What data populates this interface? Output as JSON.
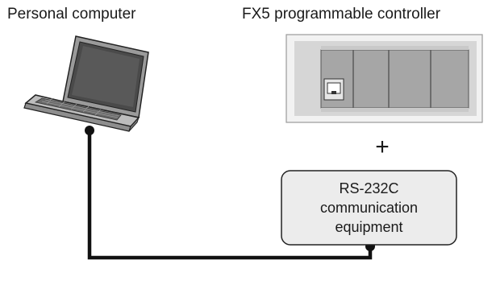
{
  "labels": {
    "personal_computer": "Personal computer",
    "plc": "FX5 programmable controller",
    "plus": "+"
  },
  "equipment_box": {
    "lines": [
      "RS-232C",
      "communication",
      "equipment"
    ]
  },
  "colors": {
    "cable": "#111111",
    "box_fill": "#ececec",
    "box_border": "#222222",
    "plc_body": "#a9a9a9",
    "plc_frame": "#d9d9d9"
  }
}
